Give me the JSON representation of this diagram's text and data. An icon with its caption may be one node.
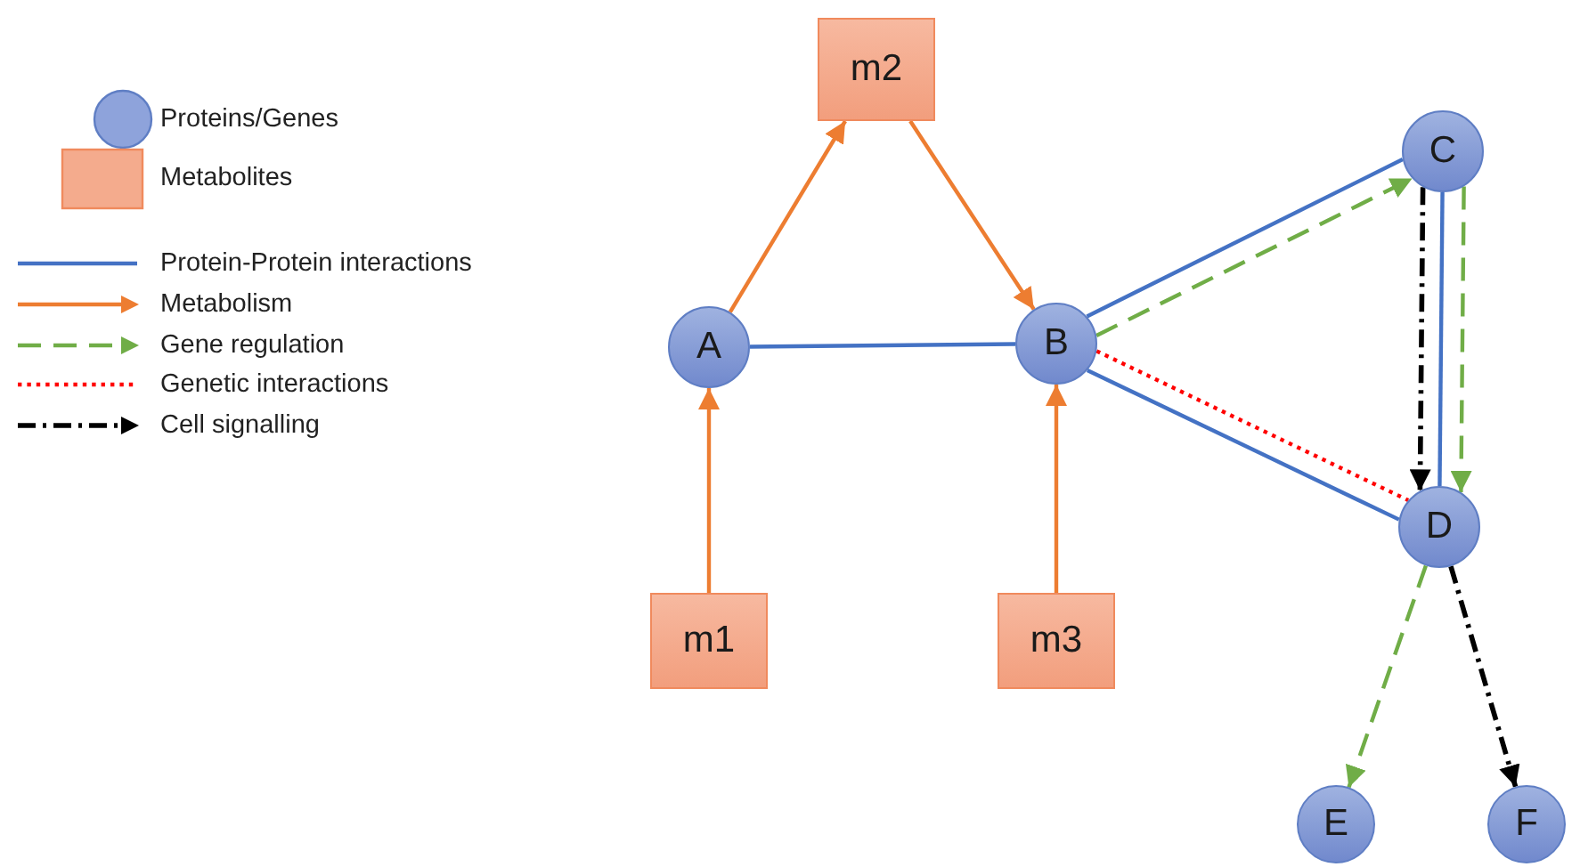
{
  "diagram": {
    "nodes": [
      {
        "text": [
          "m2"
        ]
      },
      {
        "text": [
          "A"
        ]
      },
      {
        "text": [
          "B"
        ]
      },
      {
        "text": [
          "C"
        ]
      },
      {
        "text": [
          "D"
        ]
      },
      {
        "text": [
          "m1"
        ]
      },
      {
        "text": [
          "m3"
        ]
      },
      {
        "text": [
          "E"
        ]
      },
      {
        "text": [
          "F"
        ]
      }
    ],
    "edges": [
      {
        "from": 1,
        "to": 2,
        "arrow": "none",
        "color": "#4472c4"
      },
      {
        "from": 1,
        "to": 0,
        "arrow": "to",
        "color": "#ed7d31"
      },
      {
        "from": 0,
        "to": 2,
        "arrow": "to",
        "color": "#ed7d31"
      },
      {
        "from": 5,
        "to": 1,
        "arrow": "to",
        "color": "#ed7d31"
      },
      {
        "from": 6,
        "to": 2,
        "arrow": "to",
        "color": "#ed7d31"
      },
      {
        "from": 2,
        "to": 3,
        "arrow": "none",
        "color": "#4472c4"
      },
      {
        "from": 2,
        "to": 3,
        "arrow": "to",
        "style": "dashed",
        "color": "#70ad47"
      },
      {
        "from": 2,
        "to": 4,
        "arrow": "none",
        "color": "#4472c4"
      },
      {
        "from": 2,
        "to": 4,
        "arrow": "none",
        "style": "dashed",
        "color": "#ff0000"
      },
      {
        "from": 3,
        "to": 4,
        "arrow": "to",
        "style": "dashed",
        "color": "#70ad47"
      },
      {
        "from": 3,
        "to": 4,
        "arrow": "none",
        "color": "#4472c4"
      },
      {
        "from": 3,
        "to": 4,
        "arrow": "to",
        "style": "dashed",
        "color": "#000000"
      },
      {
        "from": 4,
        "to": 7,
        "arrow": "to",
        "style": "dashed",
        "color": "#70ad47"
      },
      {
        "from": 4,
        "to": 8,
        "arrow": "to",
        "style": "dashed",
        "color": "#000000"
      }
    ],
    "legend": [
      {
        "text": "Proteins/Genes"
      },
      {
        "text": "Metabolites"
      },
      {
        "text": "Protein-Protein interactions"
      },
      {
        "text": "Metabolism"
      },
      {
        "text": "Gene regulation"
      },
      {
        "text": "Genetic interactions"
      },
      {
        "text": "Cell signalling"
      }
    ]
  }
}
